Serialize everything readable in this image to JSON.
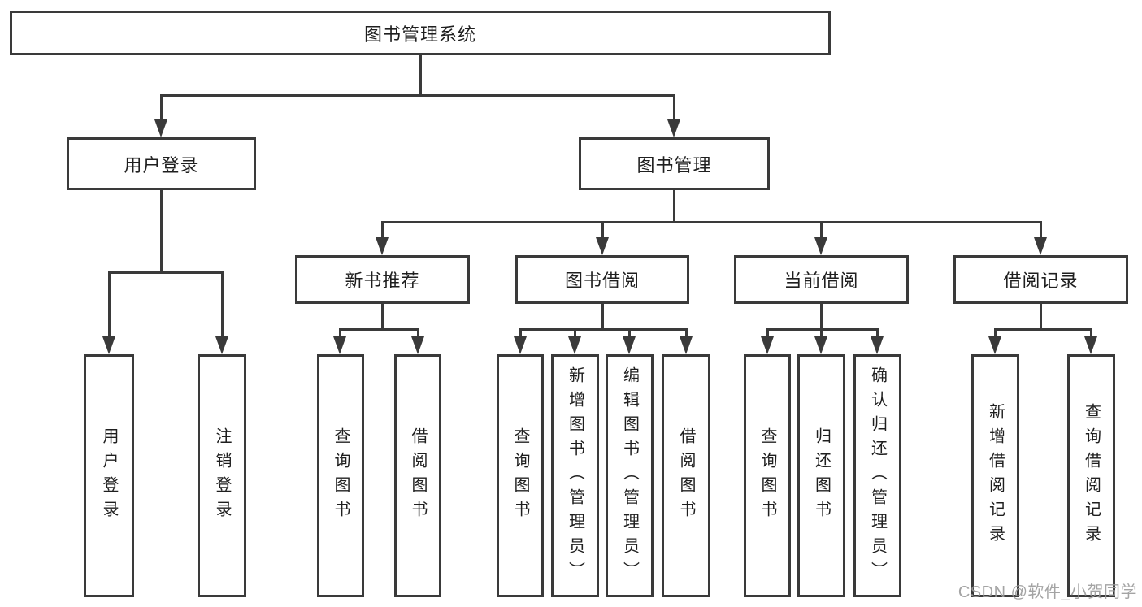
{
  "diagram": {
    "root": "图书管理系统",
    "level2": [
      "用户登录",
      "图书管理"
    ],
    "level3": [
      "新书推荐",
      "图书借阅",
      "当前借阅",
      "借阅记录"
    ],
    "leaves": {
      "user_login": [
        "用户登录",
        "注销登录"
      ],
      "new_books": [
        "查询图书",
        "借阅图书"
      ],
      "book_borrow": [
        "查询图书",
        "新增图书（管理员）",
        "编辑图书（管理员）",
        "借阅图书"
      ],
      "current_borrow": [
        "查询图书",
        "归还图书",
        "确认归还（管理员）"
      ],
      "borrow_records": [
        "新增借阅记录",
        "查询借阅记录"
      ]
    }
  },
  "watermark": "CSDN @软件_小贺同学",
  "colors": {
    "line": "#3a3a3a",
    "text": "#1f1f1f",
    "watermark": "#9b9b9b",
    "background": "#ffffff"
  }
}
